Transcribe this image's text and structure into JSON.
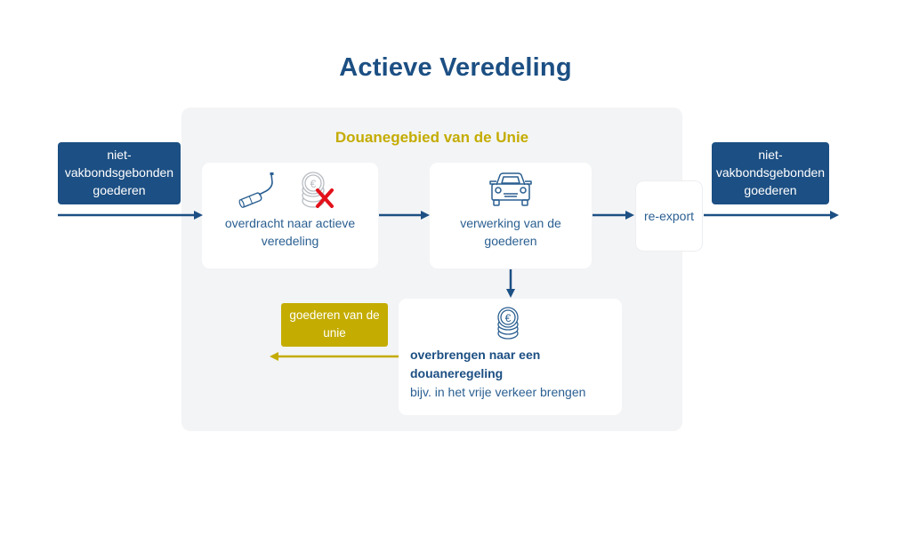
{
  "title": "Actieve Veredeling",
  "region": {
    "label": "Douanegebied van de Unie"
  },
  "input_box": {
    "lines": [
      "niet-",
      "vakbondsgebonden",
      "goederen"
    ]
  },
  "output_box": {
    "lines": [
      "niet-",
      "vakbondsgebonden",
      "goederen"
    ]
  },
  "steps": {
    "transfer": {
      "lines": [
        "overdracht naar actieve",
        "veredeling"
      ],
      "icons": [
        "exhaust-pipe-icon",
        "coins-crossed-icon"
      ]
    },
    "processing": {
      "lines": [
        "verwerking van de",
        "goederen"
      ],
      "icons": [
        "car-icon"
      ]
    },
    "reexport": {
      "label": "re-export"
    },
    "customs": {
      "bold_lines": [
        "overbrengen naar een",
        "douaneregeling"
      ],
      "note": "bijv. in het vrije verkeer brengen",
      "icons": [
        "euro-coins-icon"
      ]
    }
  },
  "union_goods": {
    "lines": [
      "goederen van de",
      "unie"
    ]
  },
  "colors": {
    "navy": "#1c4f83",
    "gold": "#c4ac00",
    "region_bg": "#f3f4f6",
    "cross_red": "#e3111b"
  }
}
